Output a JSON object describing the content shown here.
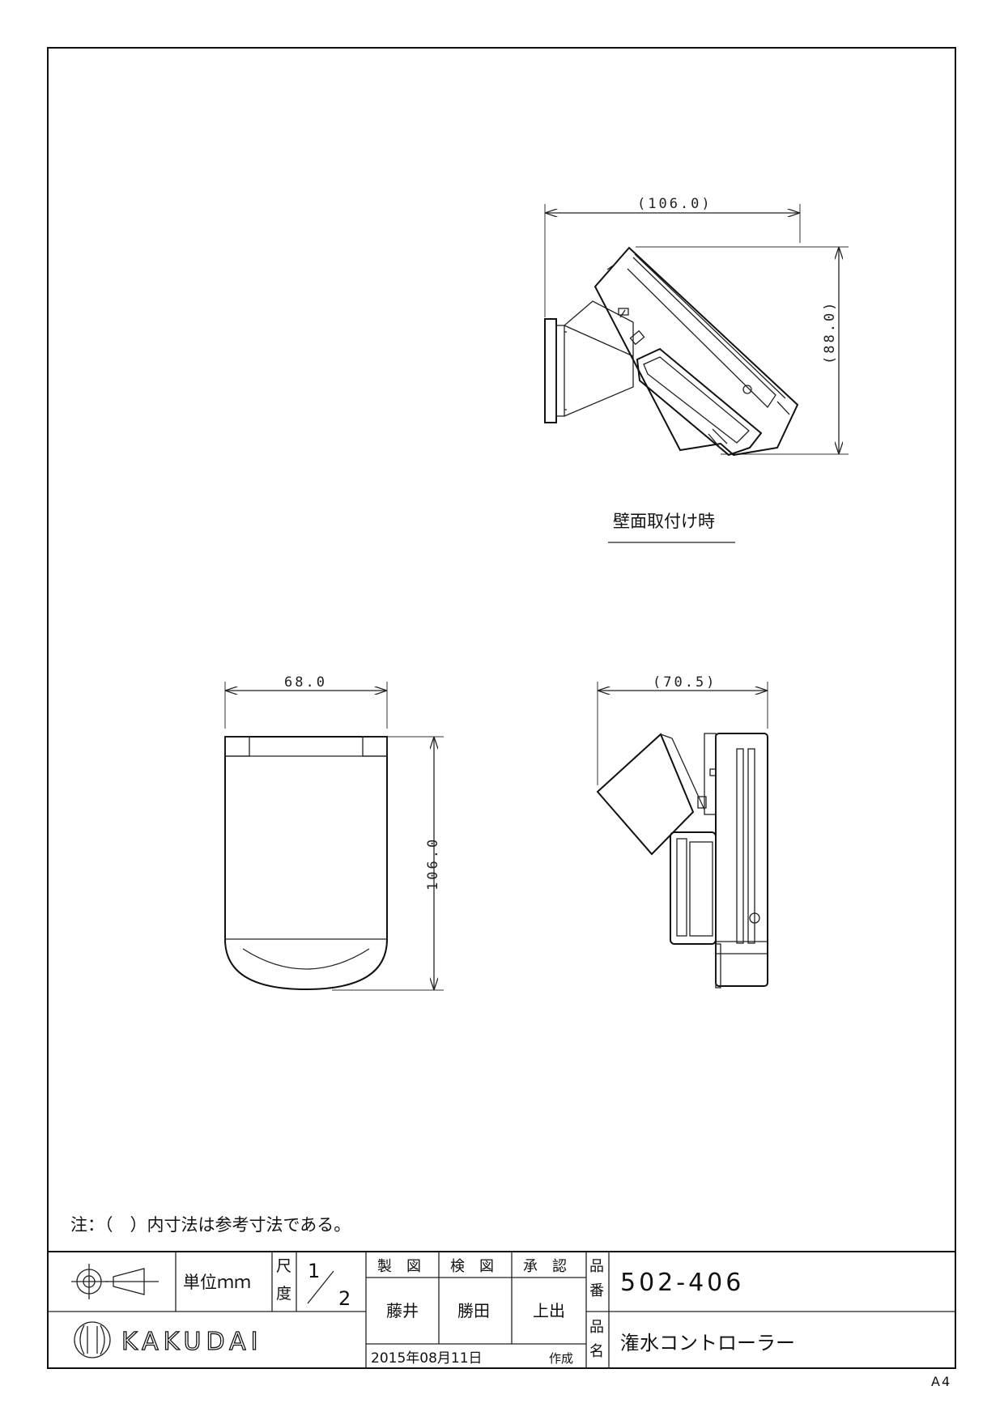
{
  "drawing": {
    "views": {
      "top_view": {
        "width_dim": "(106.0)",
        "height_dim": "(88.0)",
        "caption": "壁面取付け時"
      },
      "front_view": {
        "width_dim": "68.0",
        "height_dim": "106.0"
      },
      "side_view": {
        "width_dim": "(70.5)"
      }
    },
    "note": "注：（　）内寸法は参考寸法である。",
    "paper_size": "A4"
  },
  "title_block": {
    "unit_label": "単位ｍｍ",
    "scale_label_1": "尺",
    "scale_label_2": "度",
    "scale_num": "1",
    "scale_den": "2",
    "col_drawn": "製　図",
    "col_checked": "検　図",
    "col_approved": "承　認",
    "name_drawn": "藤井",
    "name_checked": "勝田",
    "name_approved": "上出",
    "date": "2015年08月11日",
    "date_suffix": "作成",
    "part_no_label_1": "品",
    "part_no_label_2": "番",
    "part_no": "502-406",
    "part_name_label_1": "品",
    "part_name_label_2": "名",
    "part_name": "潅水コントローラー",
    "company": "KAKUDAI"
  }
}
